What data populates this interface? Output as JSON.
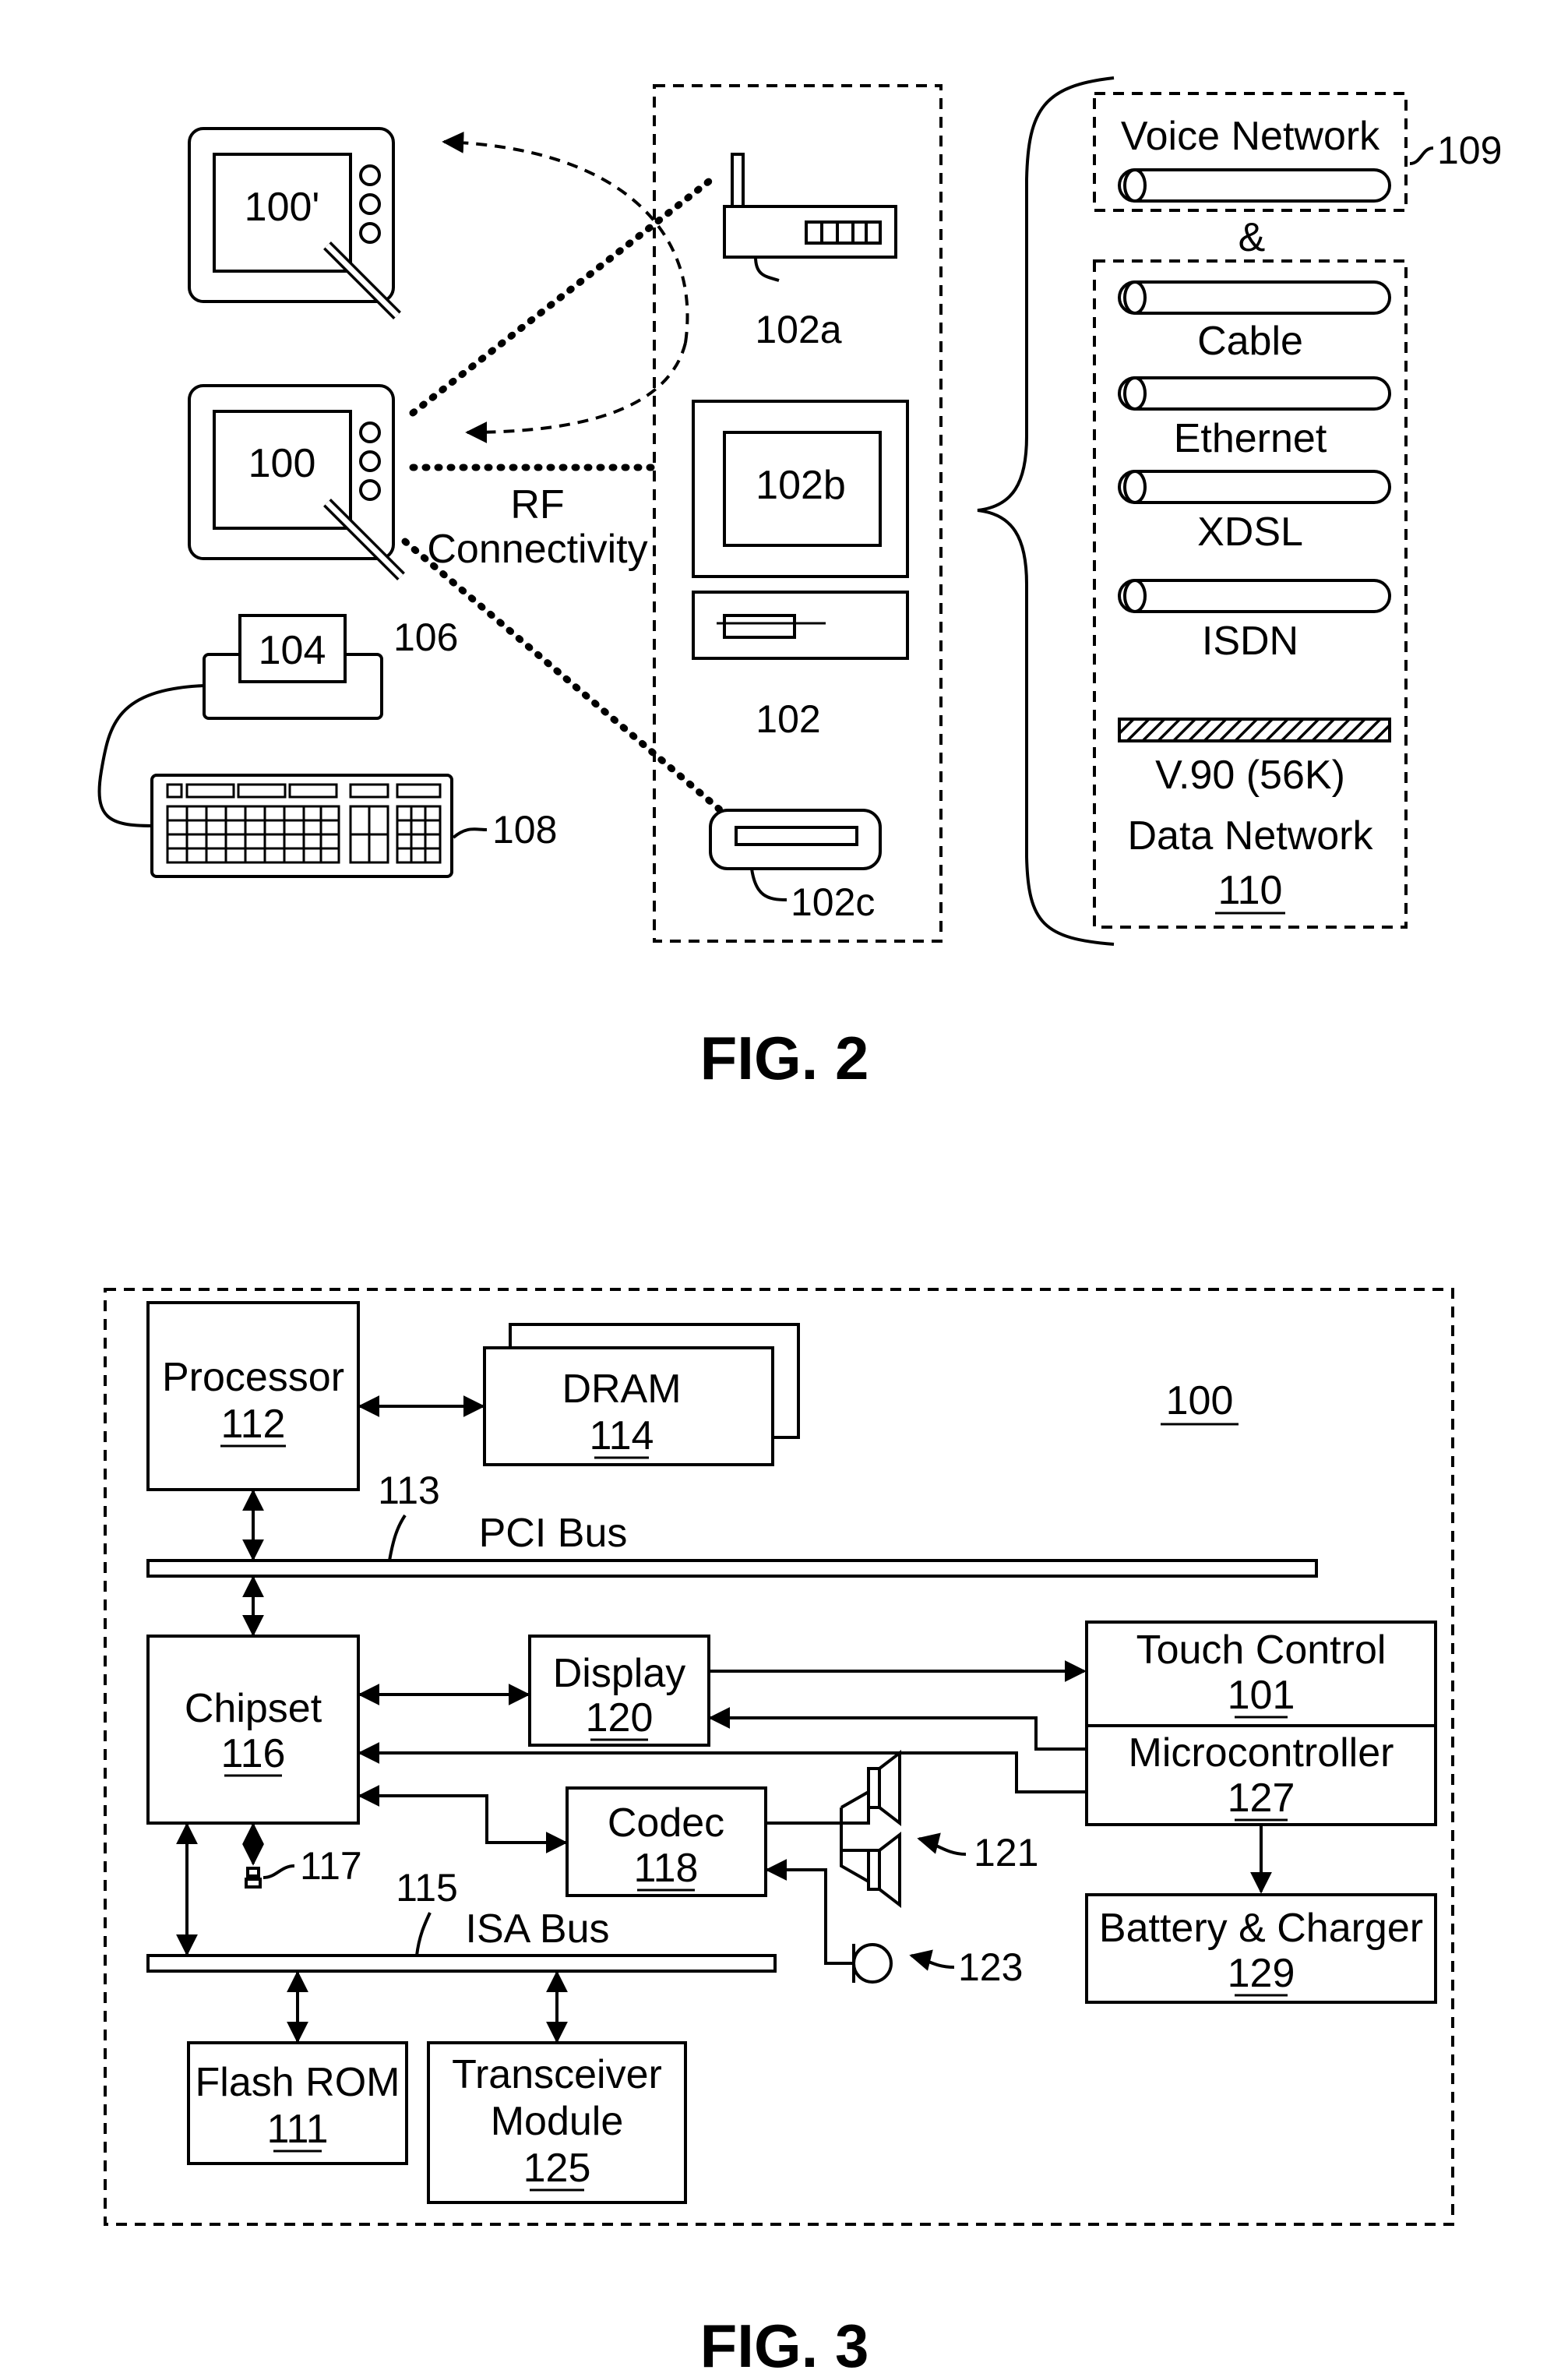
{
  "fig2": {
    "caption": "FIG. 2",
    "tablet_secondary": "100'",
    "tablet_primary": "100",
    "pen_ref": "106",
    "printer": "104",
    "keyboard_ref": "108",
    "rf_label_1": "RF",
    "rf_label_2": "Connectivity",
    "router": "102a",
    "pc_monitor": "102b",
    "pc_group": "102",
    "handheld": "102c",
    "voice_network": "Voice Network",
    "voice_ref": "109",
    "ampersand": "&",
    "networks": [
      "Cable",
      "Ethernet",
      "XDSL",
      "ISDN"
    ],
    "modem": "V.90 (56K)",
    "data_network": "Data Network",
    "data_ref": "110"
  },
  "fig3": {
    "caption": "FIG. 3",
    "device_ref": "100",
    "processor": {
      "name": "Processor",
      "ref": "112"
    },
    "dram": {
      "name": "DRAM",
      "ref": "114"
    },
    "pci_ref": "113",
    "pci_bus": "PCI Bus",
    "chipset": {
      "name": "Chipset",
      "ref": "116"
    },
    "display": {
      "name": "Display",
      "ref": "120"
    },
    "touch": {
      "name": "Touch Control",
      "ref": "101"
    },
    "micro": {
      "name": "Microcontroller",
      "ref": "127"
    },
    "codec": {
      "name": "Codec",
      "ref": "118"
    },
    "speaker_ref": "121",
    "mic_ref": "123",
    "battery": {
      "name": "Battery & Charger",
      "ref": "129"
    },
    "component_ref": "117",
    "isa_ref": "115",
    "isa_bus": "ISA Bus",
    "flash": {
      "name": "Flash ROM",
      "ref": "111"
    },
    "transceiver": {
      "name1": "Transceiver",
      "name2": "Module",
      "ref": "125"
    }
  }
}
